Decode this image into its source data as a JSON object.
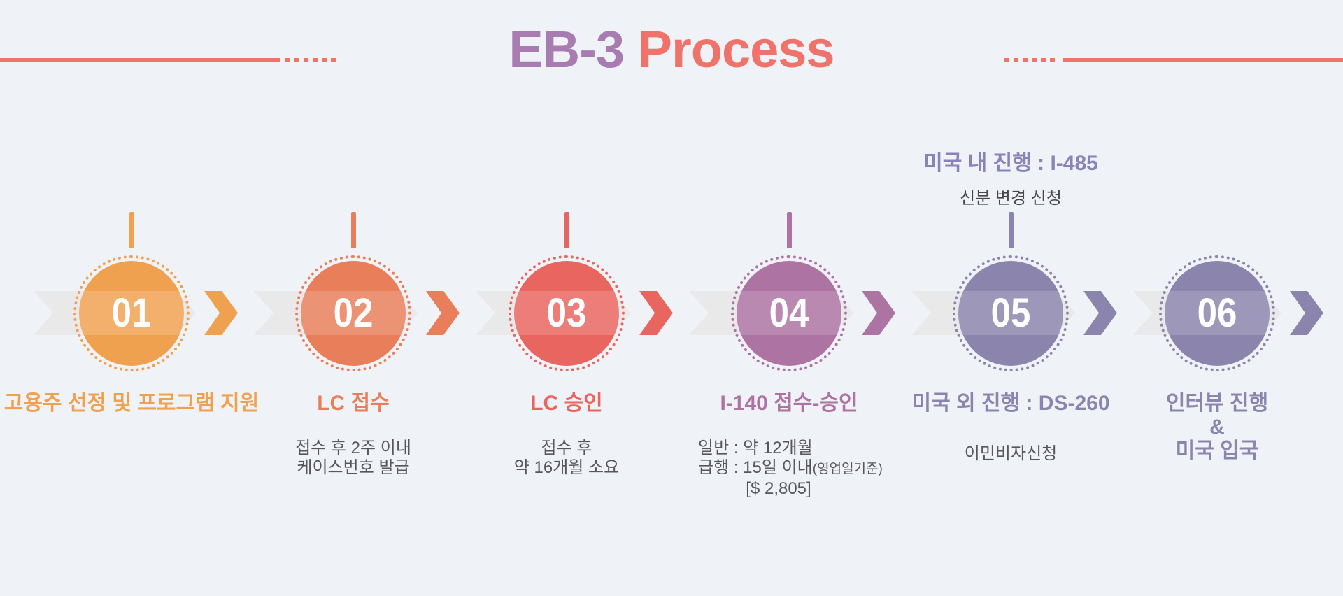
{
  "title": {
    "part1": "EB-3",
    "part2": "Process",
    "part1_color": "#a87cb0",
    "part2_color": "#f0736b"
  },
  "colors": {
    "background": "#eff2f7",
    "ribbon_gray": "#e9e9e9",
    "decor_line": "#ed7467",
    "subtext_gray": "#56565c",
    "annotation_purple": "#8a83b8"
  },
  "steps": [
    {
      "num": "01",
      "color": "#f0a150",
      "label": "고용주 선정 및 프로그램 지원"
    },
    {
      "num": "02",
      "color": "#e97e5b",
      "label": "LC 접수",
      "sub": [
        "접수 후 2주 이내",
        "케이스번호 발급"
      ]
    },
    {
      "num": "03",
      "color": "#e9655f",
      "label": "LC 승인",
      "sub": [
        "접수 후",
        "약 16개월 소요"
      ]
    },
    {
      "num": "04",
      "color": "#ac73a3",
      "label": "I-140 접수-승인",
      "sub1": "일반 : 약 12개월",
      "sub2": "급행 : 15일 이내",
      "sub2_small": "(영업일기준)",
      "sub3": "[$ 2,805]"
    },
    {
      "num": "05",
      "color": "#8b85ad",
      "label": "미국 외 진행 : DS-260",
      "sub": [
        "이민비자신청"
      ],
      "annotation_title": "미국 내 진행 : I-485",
      "annotation_sub": "신분 변경 신청"
    },
    {
      "num": "06",
      "color": "#8b85ad",
      "label_lines": [
        "인터뷰 진행",
        "&",
        "미국 입국"
      ]
    }
  ]
}
